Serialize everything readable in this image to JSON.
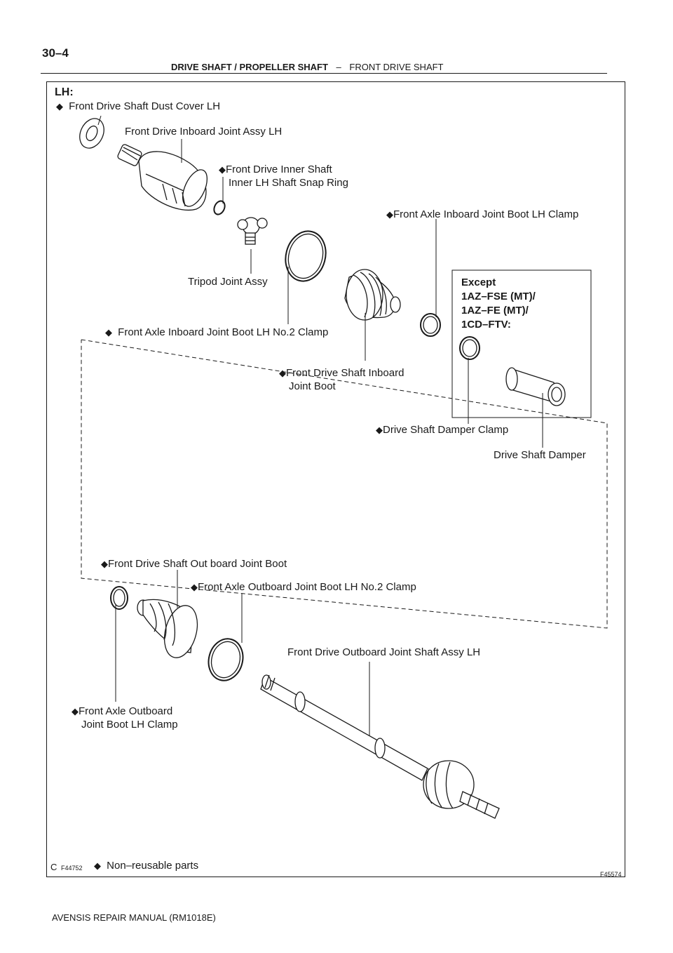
{
  "header": {
    "page_number": "30–4",
    "section": "DRIVE SHAFT / PROPELLER SHAFT",
    "separator": "–",
    "subsection": "FRONT DRIVE SHAFT"
  },
  "diagram": {
    "side_label": "LH:",
    "marker_symbol": "◆",
    "parts": {
      "dust_cover": "Front Drive Shaft Dust Cover LH",
      "inboard_joint": "Front Drive Inboard Joint Assy LH",
      "snap_ring_1": "Front Drive Inner Shaft",
      "snap_ring_2": "Inner LH Shaft Snap Ring",
      "inboard_boot_clamp": "Front Axle Inboard Joint Boot LH Clamp",
      "tripod": "Tripod Joint Assy",
      "inboard_no2_clamp": "Front Axle Inboard Joint Boot LH No.2 Clamp",
      "inboard_boot_1": "Front Drive Shaft Inboard",
      "inboard_boot_2": "Joint Boot",
      "damper_clamp": "Drive Shaft Damper Clamp",
      "damper": "Drive Shaft Damper",
      "outboard_boot": "Front Drive Shaft Out board Joint Boot",
      "outboard_no2_clamp": "Front Axle Outboard Joint Boot LH No.2 Clamp",
      "outboard_shaft": "Front Drive Outboard Joint Shaft Assy LH",
      "outboard_clamp_1": "Front  Axle  Outboard",
      "outboard_clamp_2": "Joint Boot LH Clamp"
    },
    "except_box": {
      "line1": "Except",
      "line2": "1AZ–FSE (MT)/",
      "line3": "1AZ–FE (MT)/",
      "line4": "1CD–FTV:"
    },
    "legend": "Non–reusable parts",
    "code_left_letter": "C",
    "code_left": "F44752",
    "code_right": "F45574"
  },
  "footer": {
    "manual": "AVENSIS REPAIR MANUAL   (RM1018E)"
  }
}
